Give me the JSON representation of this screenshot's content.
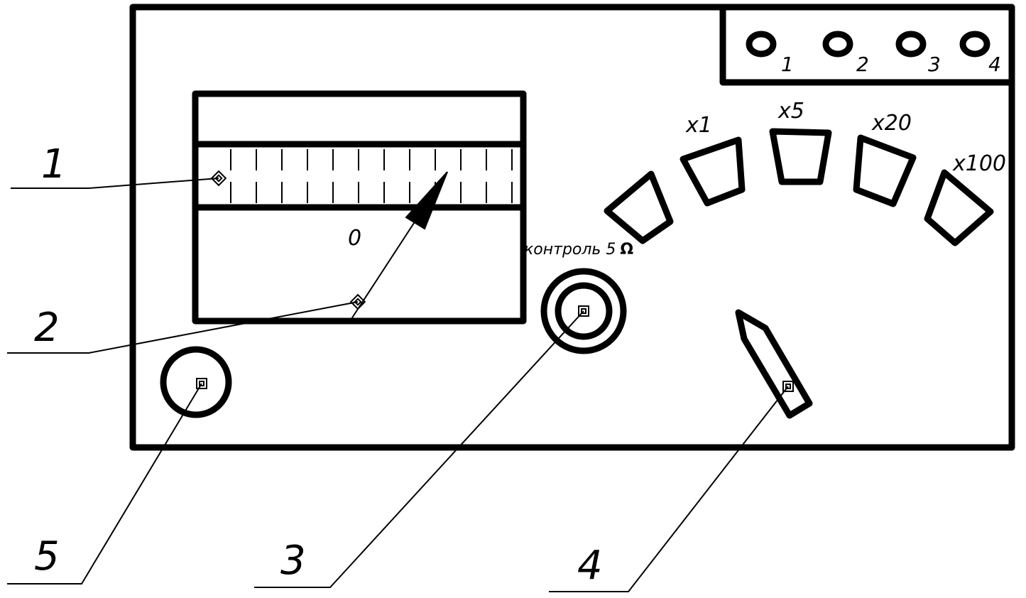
{
  "callouts": [
    "1",
    "2",
    "3",
    "4",
    "5"
  ],
  "terminals": [
    "1",
    "2",
    "3",
    "4"
  ],
  "ranges": [
    "x1",
    "x5",
    "x20",
    "x100"
  ],
  "scale": {
    "zero_label": "0"
  },
  "control": {
    "label": "контроль 5",
    "unit": "Ω"
  }
}
